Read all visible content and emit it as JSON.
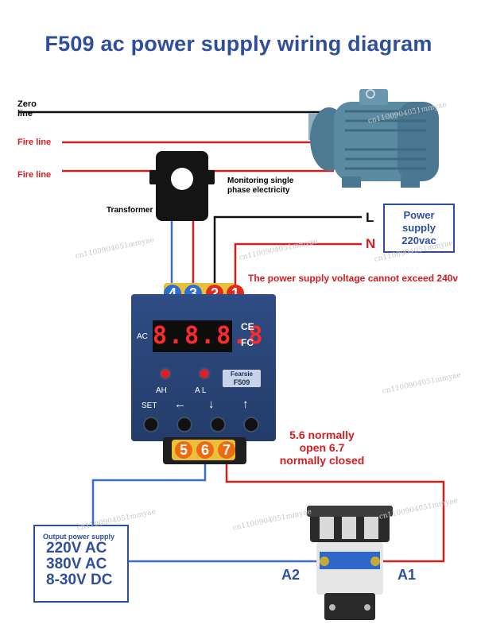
{
  "title": "F509 ac power supply wiring diagram",
  "lines": {
    "zero": "Zero line",
    "fire1": "Fire line",
    "fire2": "Fire line"
  },
  "transformer_label": "Transformer",
  "monitoring_label": "Monitoring single phase electricity",
  "supply_terminals": {
    "l": "L",
    "n": "N"
  },
  "power_supply_box": {
    "line1": "Power",
    "line2": "supply",
    "line3": "220vac"
  },
  "voltage_note": "The power supply voltage cannot exceed 240v",
  "top_terminals": [
    "4",
    "3",
    "2",
    "1"
  ],
  "bottom_terminals": [
    "5",
    "6",
    "7"
  ],
  "device": {
    "ac_label": "AC",
    "display": "8.8.8.8",
    "ce": "CE",
    "fc": "FC",
    "ah": "AH",
    "al": "A L",
    "set": "SET",
    "arrows": [
      "←",
      "↓",
      "↑"
    ],
    "brand": "Fearsie",
    "model": "F509"
  },
  "contact_note": {
    "line1": "5.6 normally",
    "line2": "open 6.7",
    "line3": "normally closed"
  },
  "output_box": {
    "caption": "Output power supply",
    "v1": "220V AC",
    "v2": "380V AC",
    "v3": "8-30V DC"
  },
  "contactor": {
    "a2": "A2",
    "a1": "A1"
  },
  "watermark": "cn1100904051mmyae",
  "colors": {
    "title": "#2f4f9e",
    "red_wire": "#d41e1e",
    "blue_wire": "#3a6fd0",
    "black_wire": "#111111",
    "device_body": "#2a4578",
    "display_digits": "#ff2a2a"
  }
}
